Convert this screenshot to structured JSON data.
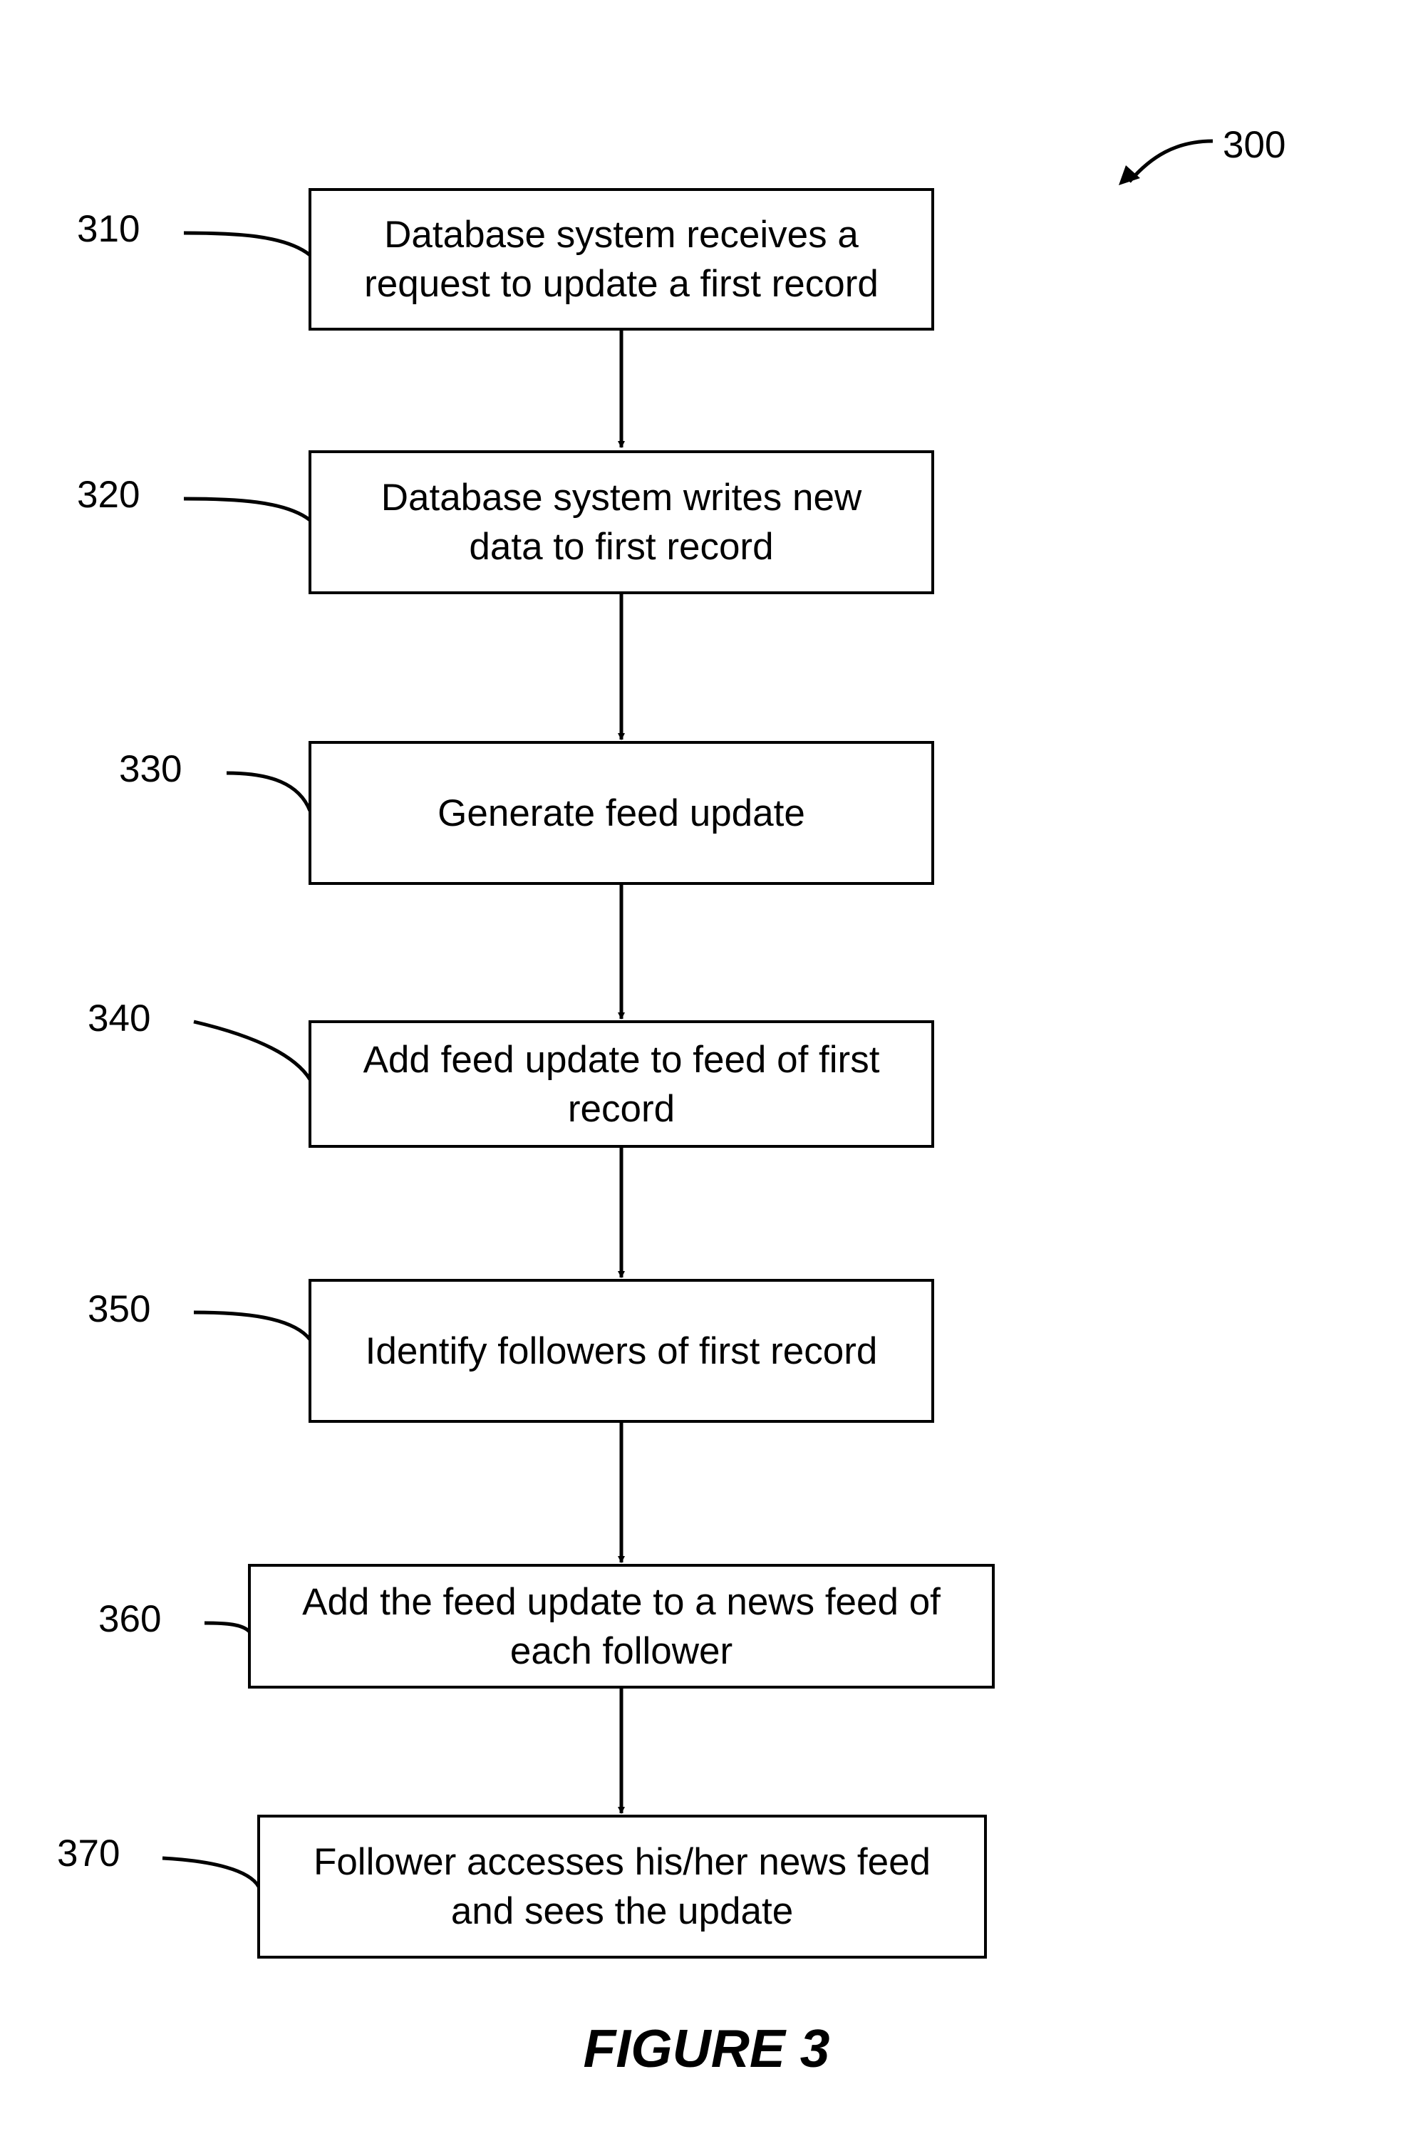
{
  "figure_ref": "300",
  "steps": [
    {
      "ref": "310",
      "text": "Database system receives a request to update a first record"
    },
    {
      "ref": "320",
      "text": "Database system writes new data to first record"
    },
    {
      "ref": "330",
      "text": "Generate feed update"
    },
    {
      "ref": "340",
      "text": "Add feed update to feed of first record"
    },
    {
      "ref": "350",
      "text": "Identify followers of first record"
    },
    {
      "ref": "360",
      "text": "Add the feed update to a news feed of each follower"
    },
    {
      "ref": "370",
      "text": "Follower accesses his/her news feed and sees the update"
    }
  ],
  "caption": "FIGURE 3"
}
